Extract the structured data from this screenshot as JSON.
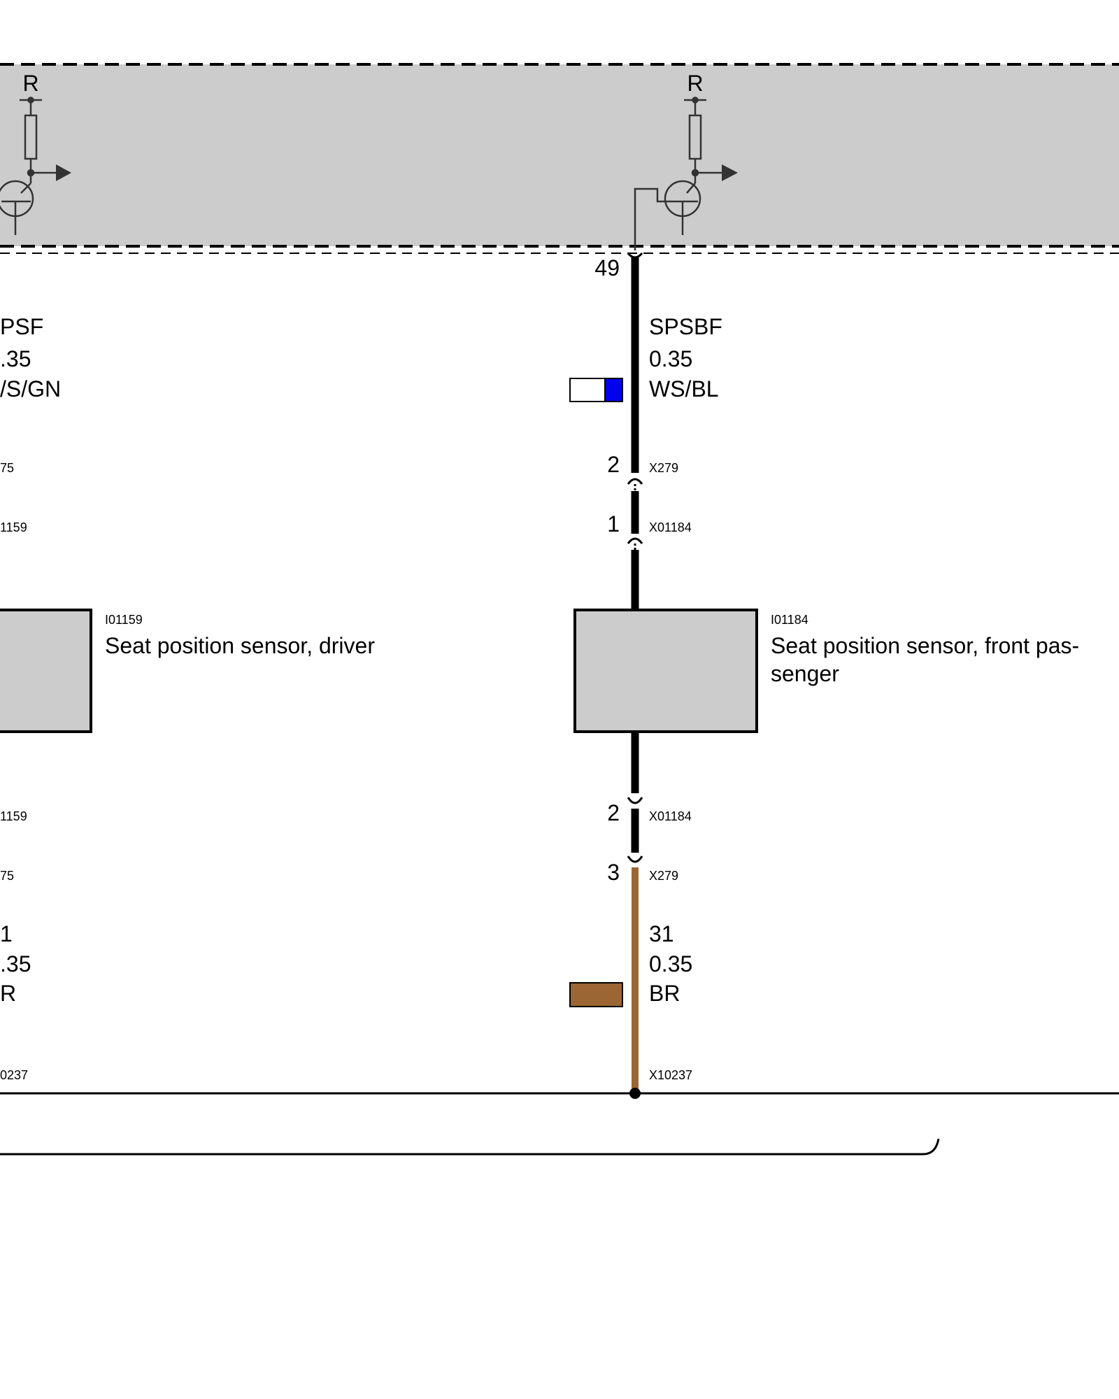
{
  "control_unit": {
    "left_resistor_label": "R",
    "right_resistor_label": "R",
    "pin_right": "49"
  },
  "left_circuit": {
    "signal_name": "PSF",
    "signal_gauge": ".35",
    "signal_color": "/S/GN",
    "connector_top_1": "75",
    "connector_top_2": "1159",
    "component_id": "I01159",
    "component_name": "Seat position sensor, driver",
    "connector_bottom_1": "1159",
    "connector_bottom_2": "75",
    "ground_name": "1",
    "ground_gauge": ".35",
    "ground_color": "R",
    "ground_point": "0237"
  },
  "right_circuit": {
    "signal_name": "SPSBF",
    "signal_gauge": "0.35",
    "signal_color": "WS/BL",
    "signal_swatch_colors": [
      "#ffffff",
      "#0000ee"
    ],
    "pin_top_x279": "2",
    "connector_top_x279": "X279",
    "pin_top_x01184": "1",
    "connector_top_x01184": "X01184",
    "component_id": "I01184",
    "component_name_line1": "Seat position sensor, front pas-",
    "component_name_line2": "senger",
    "pin_bottom_x01184": "2",
    "connector_bottom_x01184": "X01184",
    "pin_bottom_x279": "3",
    "connector_bottom_x279": "X279",
    "ground_name": "31",
    "ground_gauge": "0.35",
    "ground_color": "BR",
    "ground_swatch_color": "#9b6634",
    "ground_point": "X10237"
  },
  "colors": {
    "module_fill": "#cccccc",
    "component_fill": "#cccccc",
    "wire_black": "#000000",
    "wire_brown": "#9b6634",
    "wire_blue": "#0000ee"
  }
}
